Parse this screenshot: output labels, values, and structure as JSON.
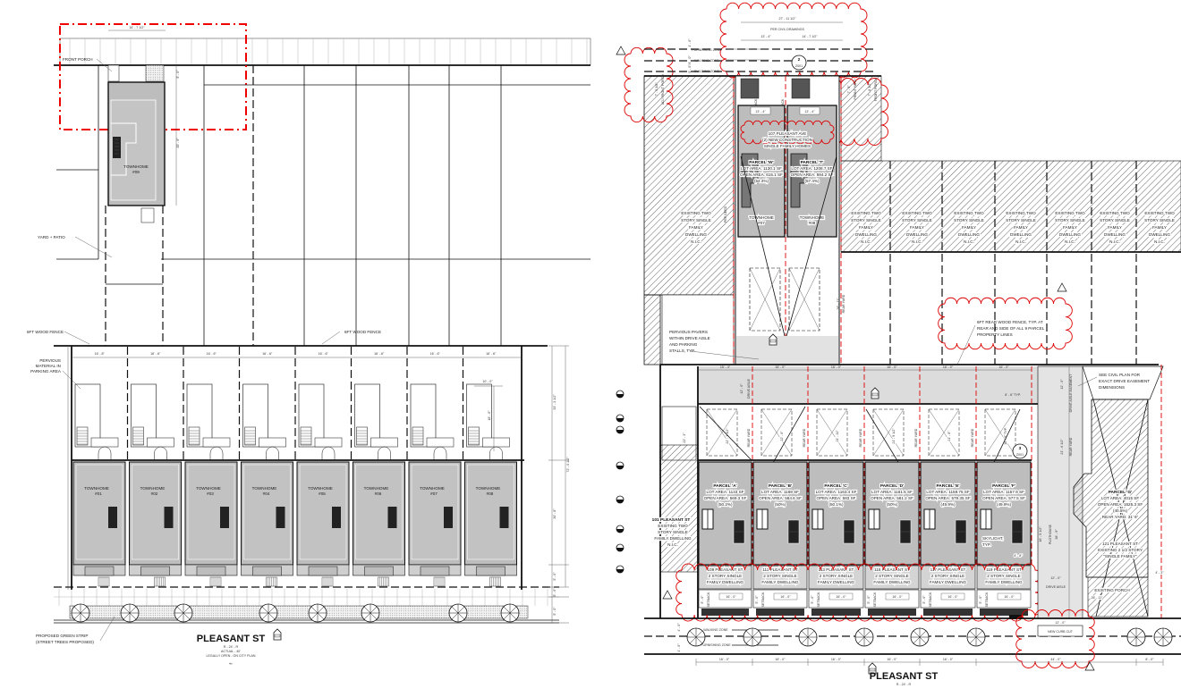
{
  "colors": {
    "revision_red": "#dd0000",
    "building_gray": "#bdbdbd",
    "drive_gray": "#dcdcdc",
    "line": "#111111"
  },
  "left_plan": {
    "front_porch": "FRONT PORCH",
    "dim_width_09": "16' - 7 1/2\"",
    "dim_porch_09": "5' - 0\"",
    "dim_depth_09": "35' - 9\"",
    "townhome_09": [
      "TOWNHOME",
      "#09"
    ],
    "yard_patio": "YARD + PATIO",
    "fence_labels": [
      "6FT WOOD FENCE",
      "6FT WOOD FENCE"
    ],
    "pervious": [
      "PERVIOUS",
      "MATERIAL IN",
      "PARKING AREA"
    ],
    "bay_dims": [
      "16' - 8\"",
      "16' - 6\"",
      "16' - 6\"",
      "16' - 6\"",
      "16' - 6\"",
      "16' - 6\"",
      "16' - 6\"",
      "16' - 6\""
    ],
    "bay_inner_dims": [
      "10' - 0\"",
      "18' - 0\""
    ],
    "townhome_label": "TOWNHOME",
    "townhomes": [
      "#01",
      "#02",
      "#03",
      "#04",
      "#05",
      "#06",
      "#07",
      "#08"
    ],
    "right_dims": [
      "33' - 3 1/2\"",
      "72' - 0 1/2\"",
      "30' - 8\"",
      "5' - 0\"",
      "5' - 0\"",
      "5' - 0\""
    ],
    "green_strip": [
      "PROPOSED GREEN STRIP",
      "(STREET TREES PROPOSED)"
    ],
    "street": {
      "name": "PLEASANT ST",
      "lines": [
        "R - 24' - R",
        "ACTUAL - 40'",
        "LEGALLY OPEN - ON CITY PLAN"
      ],
      "arrow": "⇐"
    }
  },
  "right_plan": {
    "top_dims": {
      "overall": "27' - 11 1/2\"",
      "note": "PER CIVIL DRAWINGS",
      "left": "13' - 4\"",
      "right": "14' - 7 1/2\""
    },
    "zones": [
      "FURNISHING ZONE",
      "WALKING ZONE",
      "BUILDING ZONE"
    ],
    "zone_dims": [
      "1' - 0\"",
      "5' - 0\"/4' - 0\""
    ],
    "section_2": [
      "2",
      "Z001"
    ],
    "section_3": [
      "3",
      "Z001"
    ],
    "adj_front_porch": [
      "ADJ FRONT PORCH",
      "7' - 9 3/8\""
    ],
    "front_yard": [
      "FRONT YARD",
      "7' - 5\""
    ],
    "front_porch": [
      "FRONT PORCH",
      "7' - 8 1/2\""
    ],
    "new_homes": [
      "107 PLEASANT AVE",
      "(2) NEW CONSTRUCTION",
      "SINGLE FAMILY HOMES"
    ],
    "house_dims": [
      "13' - 4\"",
      "13' - 4\""
    ],
    "setback_labels": [
      "5' - 0\" SETBACK",
      "5' - 0\" SETBACK"
    ],
    "upper_parcels": [
      {
        "name": "PARCEL 'W'",
        "lot": "LOT AREA: 1130.1 SF",
        "open": "OPEN AREA: 615.1 SF",
        "pct": "(54.4%)",
        "home": [
          "TOWNHOME",
          "#07"
        ]
      },
      {
        "name": "PARCEL 'T'",
        "lot": "LOT AREA: 1208.7 SF",
        "open": "OPEN AREA: 694.2 SF",
        "pct": "(57.4%)",
        "home": [
          "TOWNHOME",
          "#08"
        ]
      }
    ],
    "per_deed": "PER DEED",
    "rear_yard_upper": [
      "REAR YARD",
      "36' - 11\""
    ],
    "existing_dwelling": [
      "EXISTING TWO",
      "STORY SINGLE",
      "FAMILY",
      "DWELLING",
      "N.I.C."
    ],
    "pervious_pavers": [
      "PERVIOUS PAVERS",
      "WITHIN DRIVE AISLE",
      "AND PARKING",
      "STALLS, TYP."
    ],
    "fence_note": [
      "6FT REAR WOOD FENCE, TYP. AT",
      "REAR AND SIDE OF ALL 9 PARCEL",
      "PROPERTY LINES"
    ],
    "drive_dims": [
      "15' - 4\"",
      "16' - 0\"",
      "16' - 0\"",
      "16' - 0\"",
      "16' - 0\"",
      "16' - 0\""
    ],
    "drive_aisle": [
      "12' - 0\"",
      "DRIVE AISLE"
    ],
    "stall_typ": "8' - 6\" TYP.",
    "stall_depths": [
      "22' - 1 1/2\"",
      "22' - 0\"",
      "21' - 11\"",
      "21' - 9 1/2\"",
      "21' - 8\"",
      "18' - 0\" TYP."
    ],
    "rear_yard": "REAR YARD",
    "left_dim": "22' - 3\"",
    "neighbor_101": [
      "101 PLEASANT ST",
      "EXISTING TWO",
      "STORY SINGLE",
      "FAMILY DWELLING",
      "N.I.C."
    ],
    "parcels": [
      {
        "name": "PARCEL 'A'",
        "lot": "LOT AREA: 1143 SF",
        "open": "OPEN AREA: 569.3 SF",
        "pct": "(50.2%)",
        "address": "109 PLEASANT ST"
      },
      {
        "name": "PARCEL 'B'",
        "lot": "LOT AREA: 1169 SF",
        "open": "OPEN AREA: 584.6 SF",
        "pct": "(50%)",
        "address": "111 PLEASANT ST"
      },
      {
        "name": "PARCEL 'C'",
        "lot": "LOT AREA: 1163.4 SF",
        "open": "OPEN AREA: 583 SF",
        "pct": "(50.1%)",
        "address": "113 PLEASANT ST"
      },
      {
        "name": "PARCEL 'D'",
        "lot": "LOT AREA: 1161.6 SF",
        "open": "OPEN AREA: 581.2 SF",
        "pct": "(50%)",
        "address": "115 PLEASANT ST"
      },
      {
        "name": "PARCEL 'E'",
        "lot": "LOT AREA: 1159.75 SF",
        "open": "OPEN AREA: 579.35 SF",
        "pct": "(49.9%)",
        "address": "117 PLEASANT ST"
      },
      {
        "name": "PARCEL 'F'",
        "lot": "LOT AREA: 1157.9 SF",
        "open": "OPEN AREA: 577.5 SF",
        "pct": "(49.9%)",
        "address": "119 PLEASANT ST"
      }
    ],
    "dwelling_lines": [
      "2 STORY SINGLE",
      "FAMILY DWELLING"
    ],
    "setback": [
      "5' - 0\"",
      "SETBACK",
      "16' - 0\""
    ],
    "skylight": [
      "SKYLIGHT,",
      "TYP."
    ],
    "skylight_dim": "8' - 8\"",
    "easement": {
      "dims": [
        "12' - 0\"",
        "21' - 6 1/2\"",
        "16' - 5 1/2\"",
        "38' - 9\""
      ],
      "labels": [
        "DRIVE AISLE EASEMENT",
        "REAR YARD",
        "PLOTHOUSE"
      ]
    },
    "civil_note": [
      "SEE CIVIL PLAN FOR",
      "EXACT DRIVE EASEMENT",
      "DIMENSIONS"
    ],
    "parcel_g": {
      "name": "PARCEL 'G'",
      "lot": "LOT AREA: 4015 SF",
      "open": "OPEN AREA: 1625.3 SF",
      "pct": "(40.5%)",
      "rear": "REAR YARD: 31' 6\"",
      "address": [
        "121 PLEASANT ST",
        "EXISTING 2 1/2 STORY",
        "\"SINGLE FAMILY\""
      ]
    },
    "porch": [
      "EXISTING PORCH",
      "26' - 11\"",
      "4' - 3\""
    ],
    "curb": {
      "dim": "12' - 0\"",
      "drive": "DRIVE AISLE",
      "label": "NEW CURB CUT"
    },
    "street_zones": [
      "WALKING ZONE",
      "FURNISHING ZONE"
    ],
    "street_zone_dims": [
      "4' - 0\"",
      "4' - 0\""
    ],
    "bottom_dims": [
      "16' - 0\"",
      "16' - 0\"",
      "16' - 0\"",
      "16' - 0\"",
      "16' - 0\"",
      "44' - 0\"",
      "8' - 0\""
    ],
    "street": {
      "name": "PLEASANT ST",
      "sub": "R - 24' - R"
    },
    "revision_mark": "1"
  }
}
